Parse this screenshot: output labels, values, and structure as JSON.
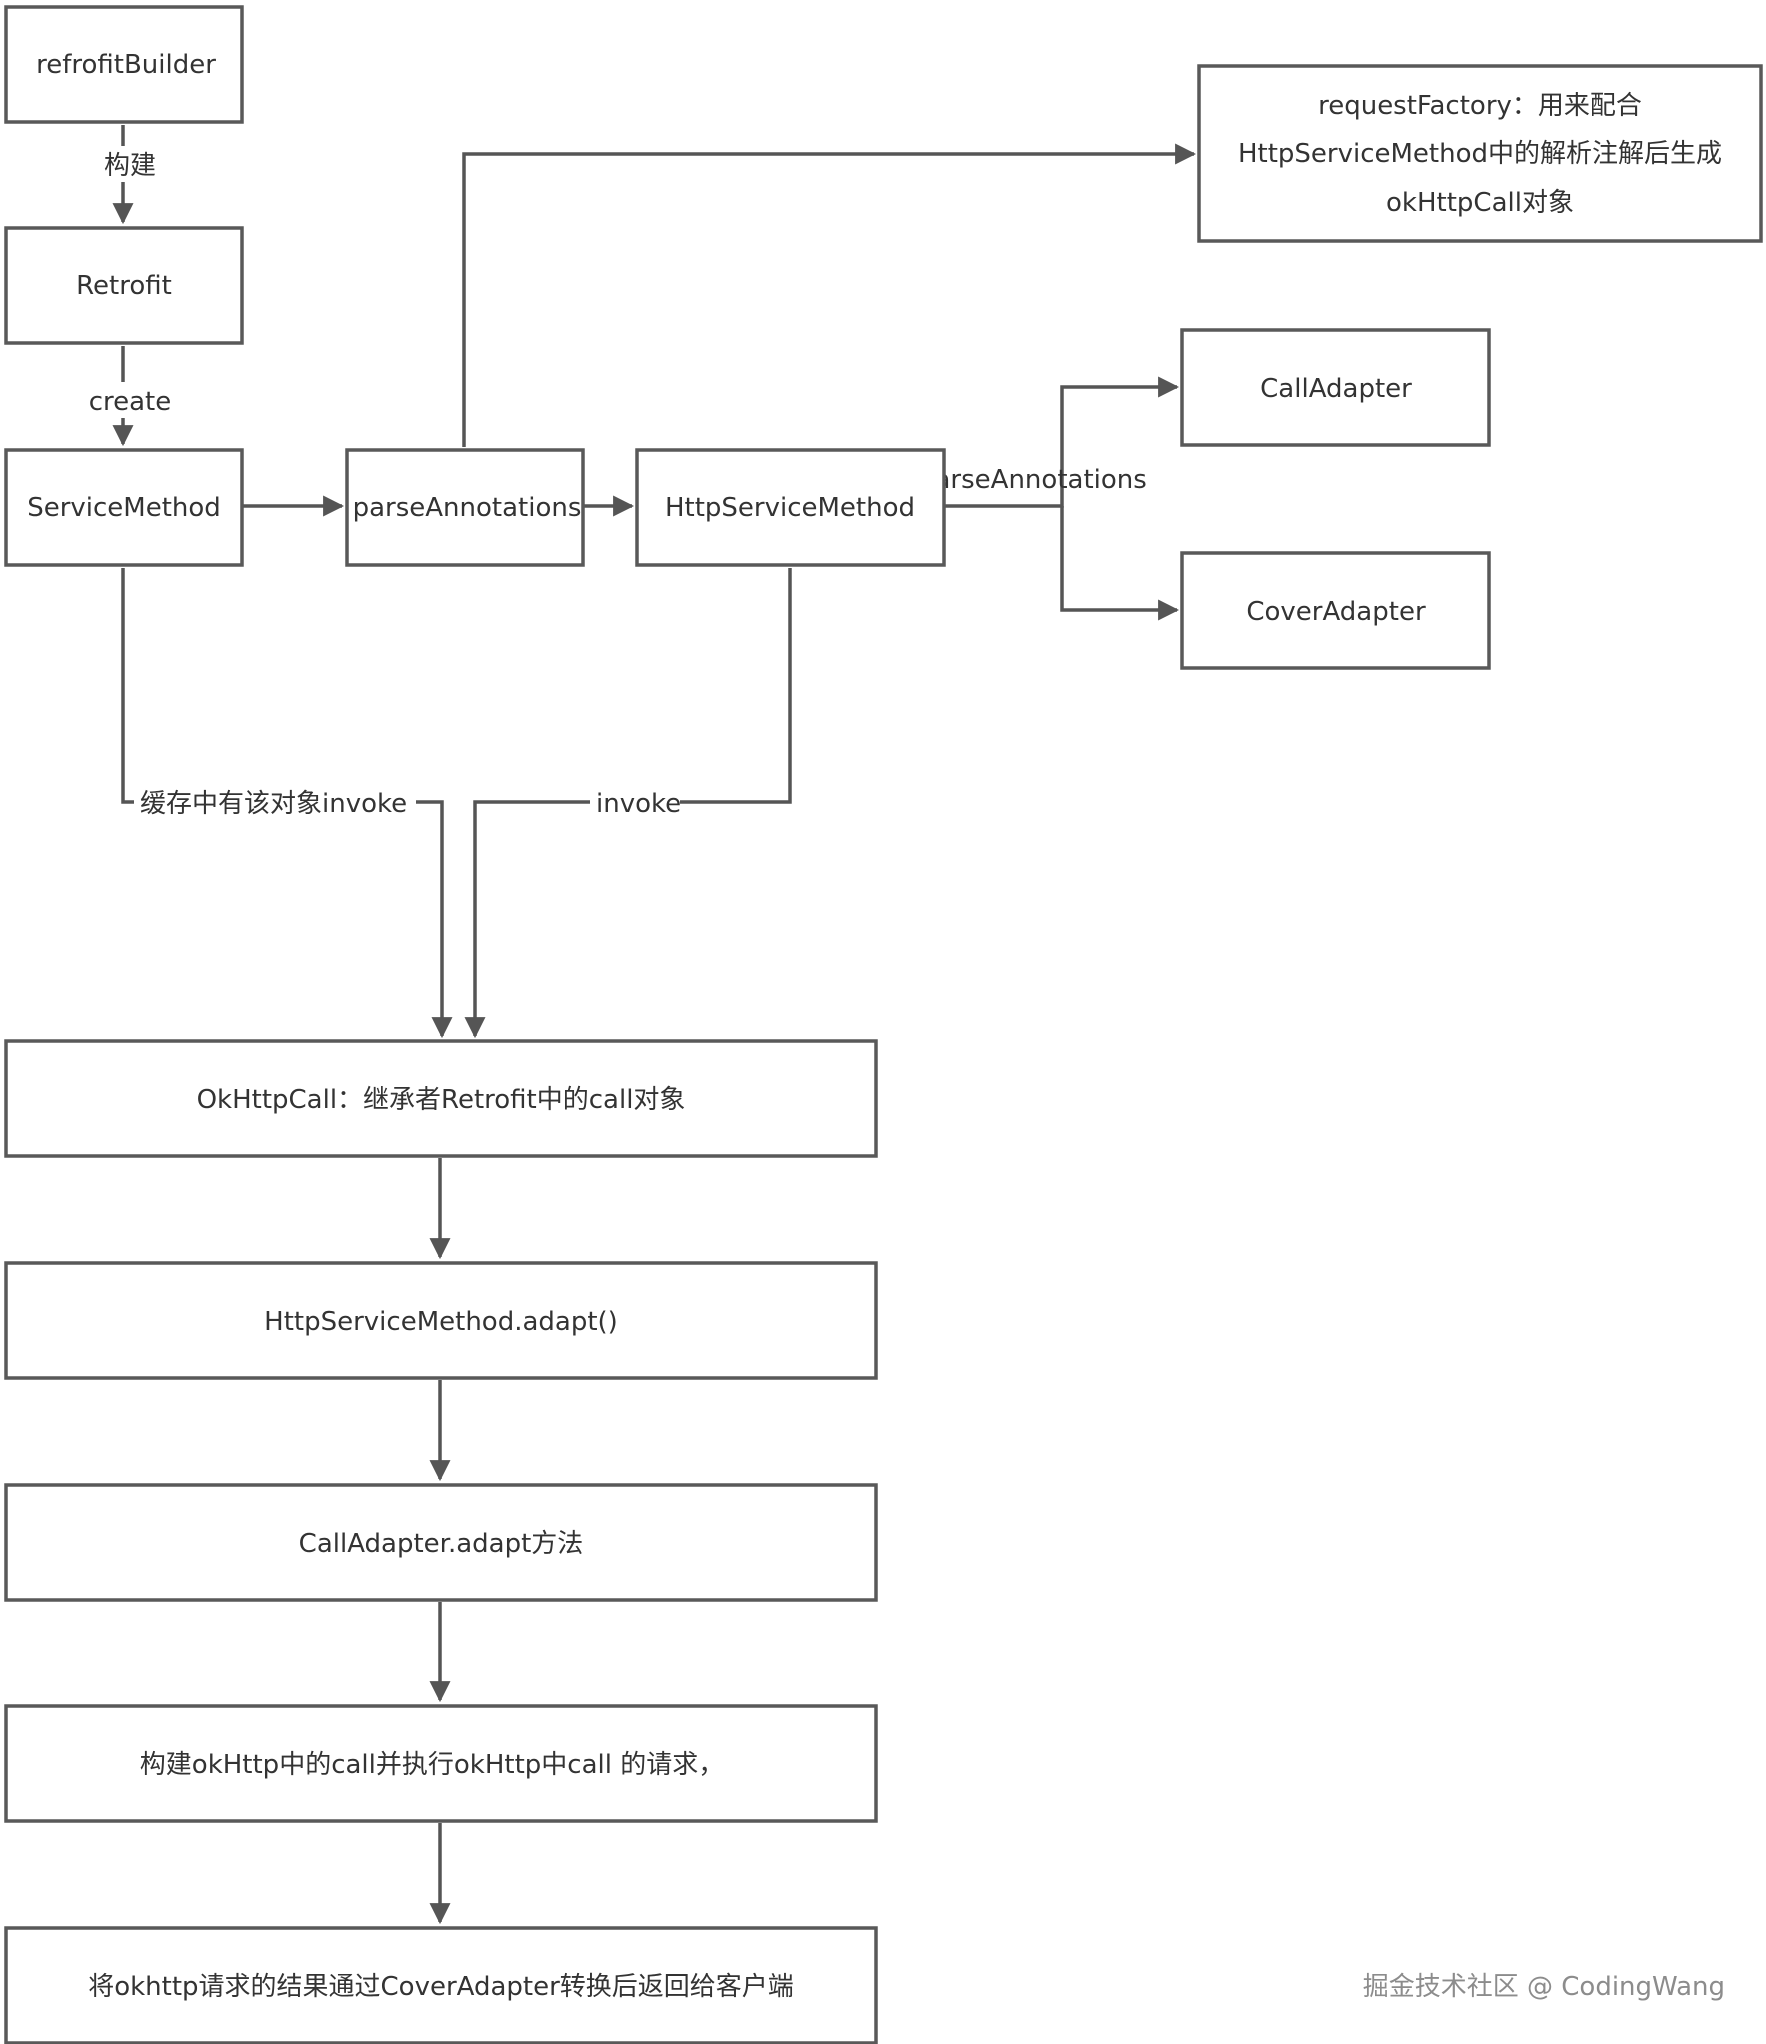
{
  "nodes": {
    "retrofit_builder": "refrofitBuilder",
    "retrofit": "Retrofit",
    "service_method": "ServiceMethod",
    "parse_annotations": "parseAnnotations",
    "http_service_method": "HttpServiceMethod",
    "request_factory": [
      "requestFactory：用来配合",
      "HttpServiceMethod中的解析注解后生成",
      "okHttpCall对象"
    ],
    "call_adapter": "CallAdapter",
    "cover_adapter": "CoverAdapter",
    "okhttp_call": "OkHttpCall：继承者Retrofit中的call对象",
    "http_service_method_adapt": "HttpServiceMethod.adapt()",
    "call_adapter_adapt": "CallAdapter.adapt方法",
    "build_okhttp_call": "构建okHttp中的call并执行okHttp中call 的请求，",
    "return_to_client": "将okhttp请求的结果通过CoverAdapter转换后返回给客户端"
  },
  "edge_labels": {
    "build": "构建",
    "create": "create",
    "parse_annotations": "parseAnnotations",
    "cached_invoke": "缓存中有该对象invoke",
    "invoke": "invoke"
  },
  "watermark": "掘金技术社区 @ CodingWang",
  "colors": {
    "stroke": "#595959",
    "text": "#333333",
    "watermark": "#8c8c8c"
  }
}
